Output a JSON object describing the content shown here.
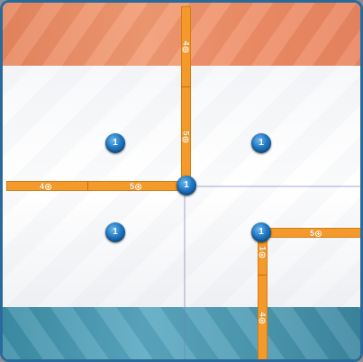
{
  "board": {
    "accent_top": "#ef8d66",
    "accent_bottom": "#4b98b0",
    "wall_color": "#f39a2a",
    "token_color": "#1f78c4"
  },
  "walls": {
    "top_vertical_upper": "4",
    "top_vertical_lower": "5",
    "left_horizontal_a": "4",
    "left_horizontal_b": "5",
    "right_horizontal": "5",
    "right_vertical_upper": "1",
    "right_vertical_lower": "4"
  },
  "tokens": {
    "top_left": "1",
    "top_right": "1",
    "center": "1",
    "bottom_left": "1",
    "bottom_right": "1"
  }
}
